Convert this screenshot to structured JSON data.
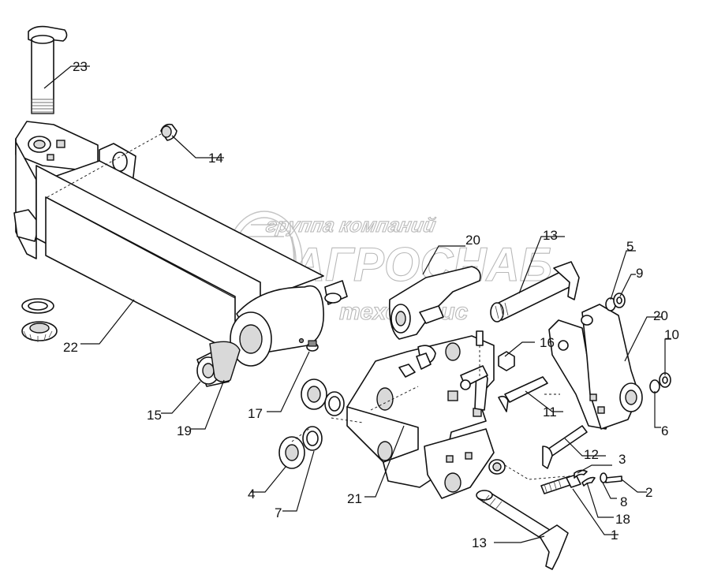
{
  "watermark": {
    "line1": "группа компаний",
    "line2": "АГРОСНАБ",
    "line3": "техсервис"
  },
  "callouts": [
    "23",
    "14",
    "22",
    "15",
    "19",
    "17",
    "4",
    "7",
    "21",
    "20",
    "13",
    "16",
    "11",
    "12",
    "3",
    "2",
    "8",
    "18",
    "1",
    "13",
    "5",
    "9",
    "20",
    "10",
    "6"
  ],
  "colors": {
    "line": "#111111",
    "shade": "#d9d9d9",
    "watermark": "#b8b8b8"
  }
}
